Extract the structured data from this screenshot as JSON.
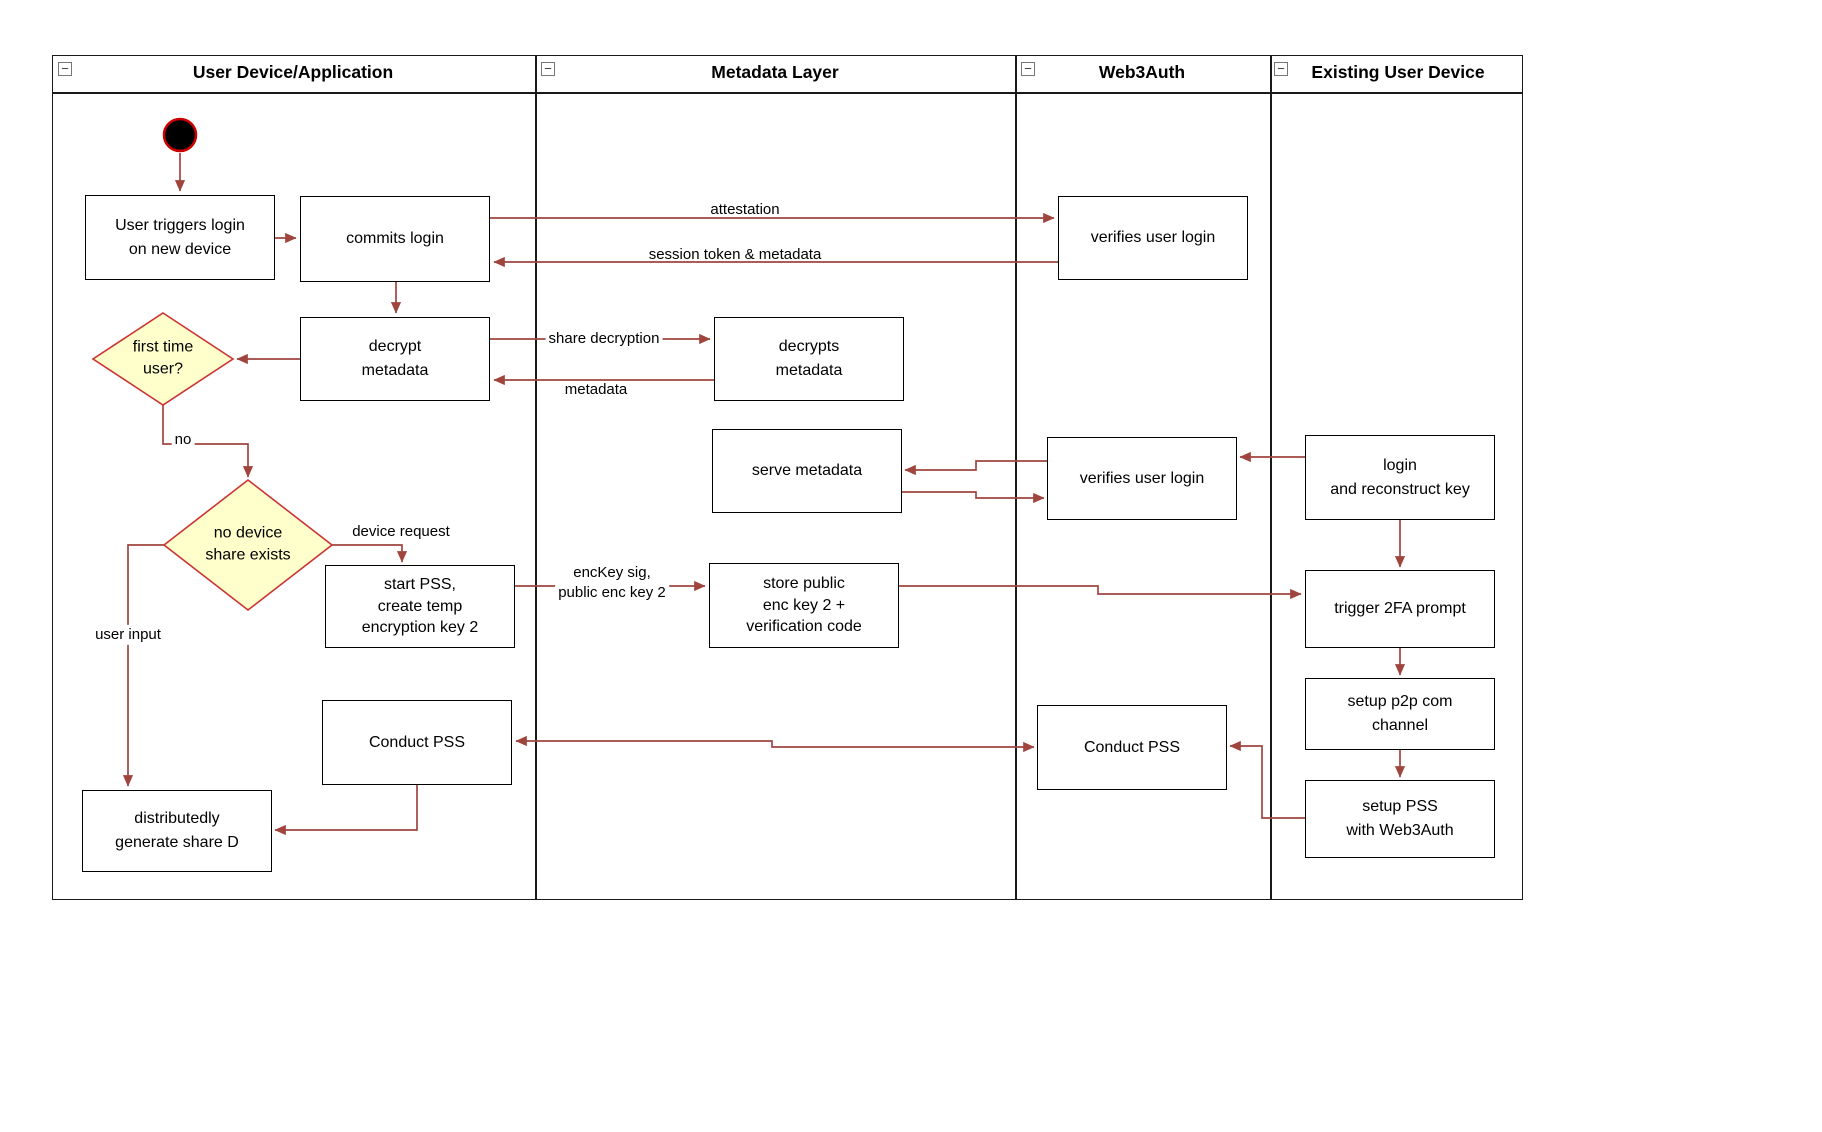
{
  "lanes": [
    {
      "title": "User Device/Application"
    },
    {
      "title": "Metadata Layer"
    },
    {
      "title": "Web3Auth"
    },
    {
      "title": "Existing User Device"
    }
  ],
  "nodes": {
    "user_triggers_login": "User triggers login\non new device",
    "commits_login": "commits login",
    "verifies_user_login_1": "verifies user login",
    "decrypt_metadata": "decrypt\nmetadata",
    "decrypts_metadata": "decrypts\nmetadata",
    "serve_metadata": "serve metadata",
    "verifies_user_login_2": "verifies user login",
    "login_and_reconstruct_key": "login\nand reconstruct key",
    "start_pss_create_temp_key": "start PSS,\ncreate temp\nencryption key 2",
    "store_public_enc_key": "store public\nenc key 2 +\nverification code",
    "trigger_2fa_prompt": "trigger 2FA prompt",
    "setup_p2p_com_channel": "setup p2p com\nchannel",
    "setup_pss_with_web3auth": "setup PSS\nwith Web3Auth",
    "conduct_pss_user_device": "Conduct PSS",
    "conduct_pss_web3auth": "Conduct PSS",
    "distributedly_generate_share_d": "distributedly\ngenerate share D"
  },
  "decisions": {
    "first_time_user": "first time\nuser?",
    "no_device_share_exists": "no device\nshare exists"
  },
  "edge_labels": {
    "attestation": "attestation",
    "session_token_metadata": "session token & metadata",
    "share_decryption": "share decryption",
    "metadata": "metadata",
    "no": "no",
    "device_request": "device request",
    "enckey_sig": "encKey sig,\npublic enc key 2",
    "user_input": "user input"
  },
  "icons": {
    "collapse": "−"
  },
  "colors": {
    "arrow": "#A0453E",
    "decision_border": "#CC3333",
    "decision_fill": "#FFFFCC",
    "start_fill": "#000000",
    "start_ring": "#CC0000",
    "node_border": "#000000",
    "frame_border": "#1A1A1A"
  }
}
